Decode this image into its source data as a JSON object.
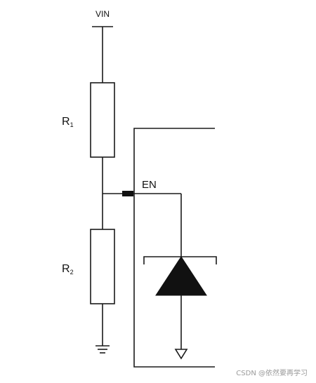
{
  "labels": {
    "vin": "VIN",
    "r1_main": "R",
    "r1_sub": "1",
    "r2_main": "R",
    "r2_sub": "2",
    "en": "EN"
  },
  "watermark": "CSDN @依然要再学习",
  "colors": {
    "line": "#1a1a1a",
    "background": "#ffffff",
    "watermark": "#9a9a9a"
  },
  "icons": {
    "supply": "vin-terminal-icon",
    "ground": "ground-icon",
    "diode": "zener-diode-icon"
  }
}
